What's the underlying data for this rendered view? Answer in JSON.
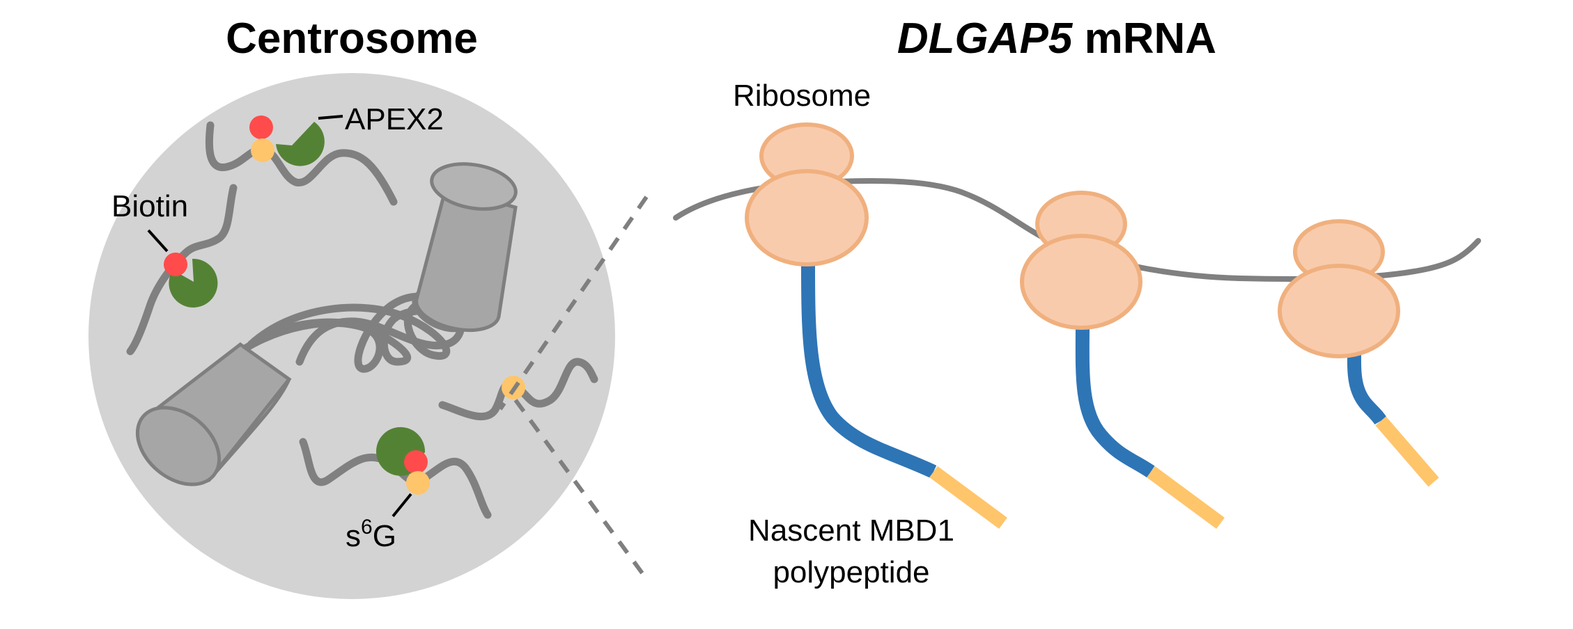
{
  "left_panel": {
    "title": "Centrosome",
    "labels": {
      "apex2": "APEX2",
      "biotin": "Biotin",
      "s6g_base": "s",
      "s6g_sup": "6",
      "s6g_tail": "G"
    }
  },
  "right_panel": {
    "title_italic": "DLGAP5",
    "title_rest": " mRNA",
    "labels": {
      "ribosome": "Ribosome",
      "nascent_line1": "Nascent MBD1",
      "nascent_line2": "polypeptide"
    }
  },
  "colors": {
    "centrosome_bg": "#d3d3d3",
    "strand": "#808080",
    "cylinder": "#a6a6a6",
    "cylinder_top": "#b3b3b3",
    "cylinder_stroke": "#7f7f7f",
    "apex2": "#548235",
    "biotin": "#ff4b4b",
    "s6g": "#ffc56b",
    "ribosome_fill": "#f8cbad",
    "ribosome_stroke": "#f0b07e",
    "polypeptide": "#2e75b6",
    "polypeptide_tip": "#ffc56b",
    "divider": "#7f7f7f"
  }
}
